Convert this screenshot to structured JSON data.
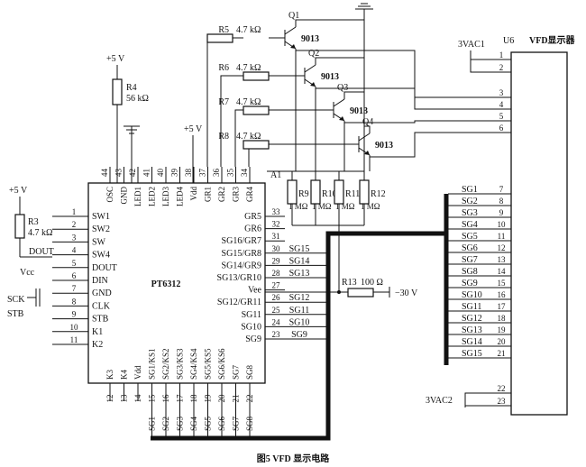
{
  "ic_main": {
    "name": "PT6312",
    "top_pins": [
      {
        "num": "44",
        "label": "OSC"
      },
      {
        "num": "43",
        "label": "GND"
      },
      {
        "num": "42",
        "label": "LED1"
      },
      {
        "num": "41",
        "label": "LED2"
      },
      {
        "num": "40",
        "label": "LED3"
      },
      {
        "num": "39",
        "label": "LED4"
      },
      {
        "num": "38",
        "label": "Vdd"
      },
      {
        "num": "37",
        "label": "GR1"
      },
      {
        "num": "36",
        "label": "GR2"
      },
      {
        "num": "35",
        "label": "GR3"
      },
      {
        "num": "34",
        "label": "GR4"
      }
    ],
    "left_pins": [
      {
        "num": "1",
        "label": "SW1"
      },
      {
        "num": "2",
        "label": "SW2"
      },
      {
        "num": "3",
        "label": "SW"
      },
      {
        "num": "4",
        "label": "SW4"
      },
      {
        "num": "5",
        "label": "DOUT"
      },
      {
        "num": "6",
        "label": "DIN"
      },
      {
        "num": "7",
        "label": "GND"
      },
      {
        "num": "8",
        "label": "CLK"
      },
      {
        "num": "9",
        "label": "STB"
      },
      {
        "num": "10",
        "label": "K1"
      },
      {
        "num": "11",
        "label": "K2"
      }
    ],
    "right_pins": [
      {
        "num": "33",
        "label": "GR5"
      },
      {
        "num": "32",
        "label": "GR6"
      },
      {
        "num": "31",
        "label": "SG16/GR7"
      },
      {
        "num": "30",
        "label": "SG15/GR8"
      },
      {
        "num": "29",
        "label": "SG14/GR9"
      },
      {
        "num": "28",
        "label": "SG13/GR10"
      },
      {
        "num": "27",
        "label": "Vee"
      },
      {
        "num": "26",
        "label": "SG12/GR11"
      },
      {
        "num": "25",
        "label": "SG11"
      },
      {
        "num": "24",
        "label": "SG10"
      },
      {
        "num": "23",
        "label": "SG9"
      }
    ],
    "bottom_pins": [
      {
        "num": "12",
        "label": "K3"
      },
      {
        "num": "13",
        "label": "K4"
      },
      {
        "num": "14",
        "label": "Vdd"
      },
      {
        "num": "15",
        "label": "SG1/KS1"
      },
      {
        "num": "16",
        "label": "SG2/KS2"
      },
      {
        "num": "17",
        "label": "SG3/KS3"
      },
      {
        "num": "18",
        "label": "SG4/KS4"
      },
      {
        "num": "19",
        "label": "SG5/KS5"
      },
      {
        "num": "20",
        "label": "SG6/KS6"
      },
      {
        "num": "21",
        "label": "SG7"
      },
      {
        "num": "22",
        "label": "SG8"
      }
    ],
    "right_outside_labels": [
      "SG15",
      "SG14",
      "SG13",
      "SG12",
      "SG11",
      "SG10",
      "SG9"
    ],
    "bottom_outside_labels": [
      "SG1",
      "SG2",
      "SG3",
      "SG4",
      "SG5",
      "SG6",
      "SG7",
      "SG8"
    ]
  },
  "vfd": {
    "ref": "U6",
    "name": "VFD显示器",
    "pins": [
      "1",
      "2",
      "3",
      "4",
      "5",
      "6",
      "7",
      "8",
      "9",
      "10",
      "11",
      "12",
      "13",
      "14",
      "15",
      "16",
      "17",
      "18",
      "19",
      "20",
      "21",
      "22",
      "23"
    ],
    "seg_labels": [
      "SG1",
      "SG2",
      "SG3",
      "SG4",
      "SG5",
      "SG6",
      "SG7",
      "SG8",
      "SG9",
      "SG10",
      "SG11",
      "SG12",
      "SG13",
      "SG14",
      "SG15"
    ],
    "vac1": "3VAC1",
    "vac2": "3VAC2"
  },
  "transistors": [
    {
      "ref": "Q1",
      "type": "9013",
      "resistor": "R5",
      "value": "4.7 kΩ"
    },
    {
      "ref": "Q2",
      "type": "9013",
      "resistor": "R6",
      "value": "4.7 kΩ"
    },
    {
      "ref": "Q3",
      "type": "9013",
      "resistor": "R7",
      "value": "4.7 kΩ"
    },
    {
      "ref": "Q4",
      "type": "9013",
      "resistor": "R8",
      "value": "4.7 kΩ"
    }
  ],
  "pulldowns": {
    "refs": [
      "R9",
      "R10",
      "R11",
      "R12"
    ],
    "value": "1 MΩ",
    "junction": "A1"
  },
  "r4": {
    "ref": "R4",
    "value": "56 kΩ",
    "supply": "+5 V",
    "node": "GND"
  },
  "r3": {
    "ref": "R3",
    "value": "4.7 kΩ",
    "supply": "+5 V"
  },
  "vdd_supply": "+5 V",
  "r13": {
    "ref": "R13",
    "value": "100 Ω",
    "supply": "−30 V"
  },
  "left_signals": {
    "dout": "DOUT",
    "vcc": "Vcc",
    "sck": "SCK",
    "stb": "STB"
  },
  "caption": "图5   VFD 显示电路"
}
